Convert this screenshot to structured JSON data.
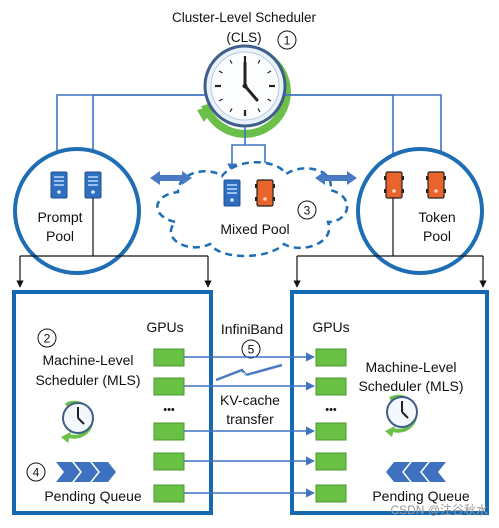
{
  "cls": {
    "title_line1": "Cluster-Level Scheduler",
    "title_line2": "(CLS)",
    "number": "1"
  },
  "prompt_pool": {
    "line1": "Prompt",
    "line2": "Pool"
  },
  "mixed_pool": {
    "label": "Mixed Pool",
    "number": "3"
  },
  "token_pool": {
    "line1": "Token",
    "line2": "Pool"
  },
  "left_machine": {
    "number": "2",
    "title_line1": "Machine-Level",
    "title_line2": "Scheduler (MLS)",
    "gpus_label": "GPUs",
    "ellipsis": "•••",
    "queue_number": "4",
    "queue_label": "Pending Queue"
  },
  "right_machine": {
    "title_line1": "Machine-Level",
    "title_line2": "Scheduler (MLS)",
    "gpus_label": "GPUs",
    "ellipsis": "•••",
    "queue_label": "Pending Queue"
  },
  "link": {
    "label": "InfiniBand",
    "number": "5",
    "transfer_line1": "KV-cache",
    "transfer_line2": "transfer"
  },
  "watermark": "CSDN @注谷秋水",
  "colors": {
    "pool_blue": "#1f6db5",
    "box_blue": "#1569b0",
    "arrow_blue": "#3f74c2",
    "gpu_green": "#6abf45",
    "clock_green": "#6cc04a",
    "server_blue": "#2f6fc0",
    "server_orange": "#e8642a"
  },
  "icons": [
    "clock-icon",
    "server-icon",
    "gpu-chip-icon",
    "chevron-queue-icon",
    "lightning-icon"
  ]
}
